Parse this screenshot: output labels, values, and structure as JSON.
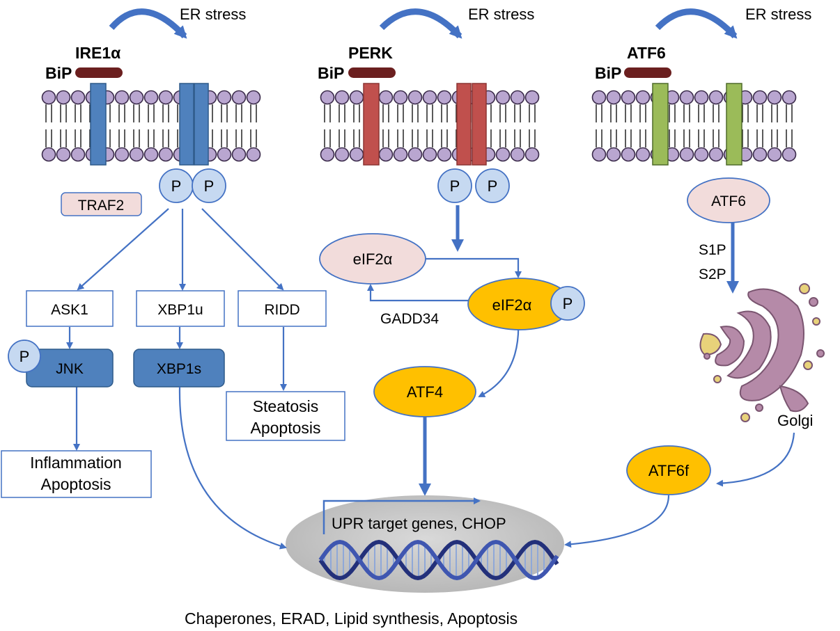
{
  "colors": {
    "arrow": "#4472c4",
    "ire1": "#4f81bd",
    "perk": "#c0504d",
    "atf6_channel": "#9bbb59",
    "bip": "#6b1f1f",
    "lipid_head": "#b9a6d0",
    "p_circle": "#c6d9f1",
    "pink_node": "#f2dcdb",
    "gold_node": "#ffc000",
    "blue_box": "#4f81bd",
    "nucleus": "#c0c0c0",
    "golgi": "#a07898",
    "golgi_dots": "#e8d27a"
  },
  "er_stress_label": "ER stress",
  "bip_label": "BiP",
  "phospho_label": "P",
  "pathways": {
    "ire1": {
      "title": "IRE1α",
      "traf2": "TRAF2",
      "ask1": "ASK1",
      "xbp1u": "XBP1u",
      "ridd": "RIDD",
      "jnk": "JNK",
      "xbp1s": "XBP1s",
      "ridd_outcome": [
        "Steatosis",
        "Apoptosis"
      ],
      "jnk_outcome": [
        "Inflammation",
        "Apoptosis"
      ]
    },
    "perk": {
      "title": "PERK",
      "eif2a": "eIF2α",
      "eif2a_p": "eIF2α",
      "gadd34": "GADD34",
      "atf4": "ATF4"
    },
    "atf6": {
      "title": "ATF6",
      "atf6_node": "ATF6",
      "s1p": "S1P",
      "s2p": "S2P",
      "golgi": "Golgi",
      "atf6f": "ATF6f"
    }
  },
  "nucleus": {
    "label": "UPR target genes, CHOP"
  },
  "footer": "Chaperones, ERAD, Lipid synthesis, Apoptosis"
}
